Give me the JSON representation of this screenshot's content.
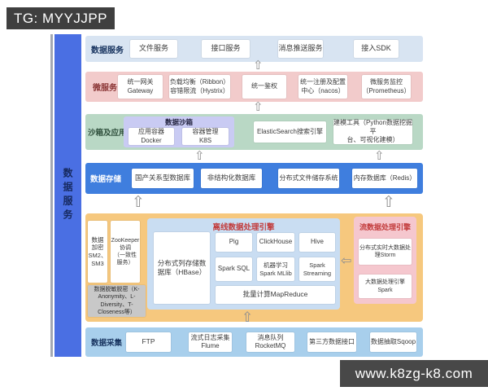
{
  "badges": {
    "top": "TG: MYYJJPP",
    "bottom": "www.k8zg-k8.com"
  },
  "sidebar": {
    "label": "数据服务"
  },
  "rows": {
    "service": {
      "label": "数据服务",
      "items": [
        "文件服务",
        "接口服务",
        "消息推送服务",
        "接入SDK"
      ]
    },
    "micro": {
      "label": "微服务",
      "items": [
        "统一网关\nGateway",
        "负载均衡（Ribbon）\n容错限流（Hystrix）",
        "统一鉴权",
        "统一注册及配置\n中心（nacos）",
        "微服务监控\n（Prometheus）"
      ]
    },
    "sandbox": {
      "label": "沙箱及应用",
      "group_title": "数据沙箱",
      "group_items": [
        "应用容器\nDocker",
        "容器管理\nK8S"
      ],
      "items": [
        "ElasticSearch搜索引擎",
        "建模工具（Python数据挖掘平\n台、可视化建模）"
      ]
    },
    "storage": {
      "label": "数据存储",
      "items": [
        "国产关系型数据库",
        "非结构化数据库",
        "分布式文件储存系统",
        "内存数据库（Redis）"
      ]
    },
    "collect": {
      "label": "数据采集",
      "items": [
        "FTP",
        "流式日志采集\nFlume",
        "消息队列\nRocketMQ",
        "第三方数据接口",
        "数据抽取Sqoop"
      ]
    }
  },
  "engines": {
    "encrypt_box": "数据\n加密\nSM2、\nSM3",
    "zookeeper_box": "ZooKeeper\n协调\n（一致性\n服务）",
    "privacy_box": "数据脱敏脱密（K-Anonymity、L-Diversity、T-Closeness等）",
    "offline": {
      "title": "离线数据处理引擎",
      "hbase": "分布式列存储数\n据库（HBase）",
      "row1": [
        "Pig",
        "ClickHouse",
        "Hive"
      ],
      "row2": [
        "Spark SQL",
        "机器学习\nSpark MLlib",
        "Spark\nStreaming"
      ],
      "wide": "批量计算MapReduce"
    },
    "stream": {
      "title": "流数据处理引擎",
      "items": [
        "分布式实时大数据处\n理Storm",
        "大数据处理引擎\nSpark"
      ]
    }
  },
  "icons": {
    "up_arrow": "⇧",
    "left_arrow": "⇦"
  },
  "colors": {
    "sidebar": "#4a6fe3",
    "row_service": "#d8e4f2",
    "row_micro": "#f2cbcb",
    "row_sandbox": "#b9d8c5",
    "row_storage": "#3f7ede",
    "row_collect": "#a8cfec",
    "engines_bg": "#f6c87e",
    "offline_bg": "#c9ddf2",
    "stream_bg": "#f5c7ce",
    "title_red": "#c23b3b",
    "sandbox_group": "#c9cbf3",
    "privacy_gray": "#c8c8c8"
  }
}
